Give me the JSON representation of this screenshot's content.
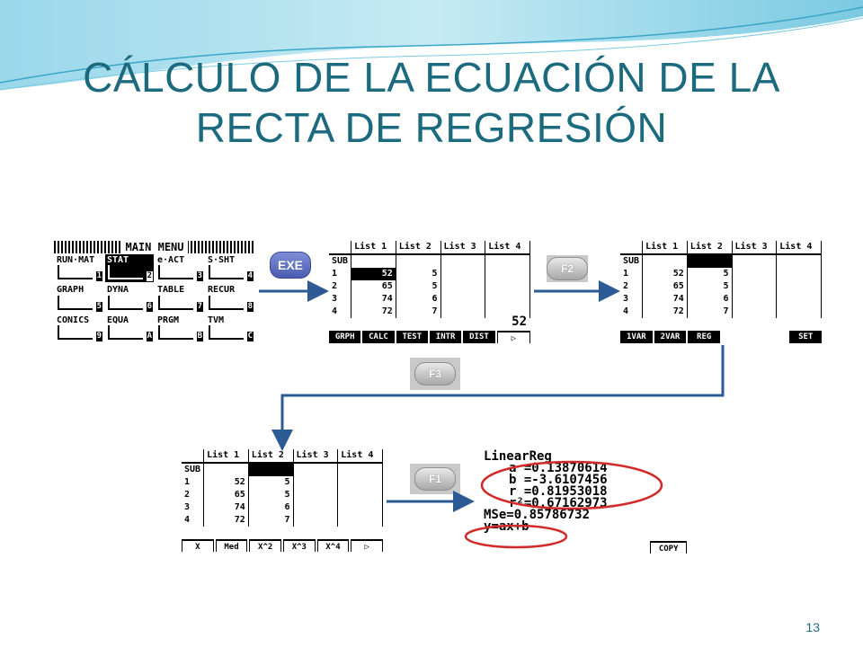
{
  "slide": {
    "title_line1": "CÁLCULO DE LA ECUACIÓN DE LA",
    "title_line2": "RECTA DE REGRESIÓN",
    "page_number": "13",
    "title_color": "#1b6a7e",
    "arrow_color": "#2b5a94",
    "highlight_color": "#d22a2a"
  },
  "main_menu": {
    "title": "MAIN MENU",
    "items": [
      {
        "label": "RUN·MAT",
        "num": "1"
      },
      {
        "label": "STAT",
        "num": "2"
      },
      {
        "label": "e·ACT",
        "num": "3"
      },
      {
        "label": "S·SHT",
        "num": "4"
      },
      {
        "label": "GRAPH",
        "num": "5"
      },
      {
        "label": "DYNA",
        "num": "6"
      },
      {
        "label": "TABLE",
        "num": "7"
      },
      {
        "label": "RECUR",
        "num": "8"
      },
      {
        "label": "CONICS",
        "num": "9"
      },
      {
        "label": "EQUA",
        "num": "A"
      },
      {
        "label": "PRGM",
        "num": "B"
      },
      {
        "label": "TVM",
        "num": "C"
      }
    ]
  },
  "keys": {
    "exe": "EXE",
    "f2": "F2",
    "f3": "F3",
    "f1": "F1"
  },
  "list_headers": [
    "List 1",
    "List 2",
    "List 3",
    "List 4"
  ],
  "sub_label": "SUB",
  "row_numbers": [
    "1",
    "2",
    "3",
    "4"
  ],
  "list1": [
    "52",
    "65",
    "74",
    "72"
  ],
  "list2": [
    "5",
    "5",
    "6",
    "7"
  ],
  "screen2": {
    "current_value": "52",
    "fkeys": [
      "GRPH",
      "CALC",
      "TEST",
      "INTR",
      "DIST",
      "▷"
    ]
  },
  "screen3": {
    "fkeys": [
      "1VAR",
      "2VAR",
      "REG",
      "",
      "",
      "SET"
    ]
  },
  "screen4": {
    "fkeys": [
      "X",
      "Med",
      "X^2",
      "X^3",
      "X^4",
      "▷"
    ]
  },
  "result": {
    "title": "LinearReg",
    "a": "a =0.13870614",
    "b": "b =-3.6107456",
    "r": "r =0.81953018",
    "r2": "r²=0.67162973",
    "mse": "MSe=0.85786732",
    "formula": "y=ax+b",
    "fkey": "COPY"
  }
}
